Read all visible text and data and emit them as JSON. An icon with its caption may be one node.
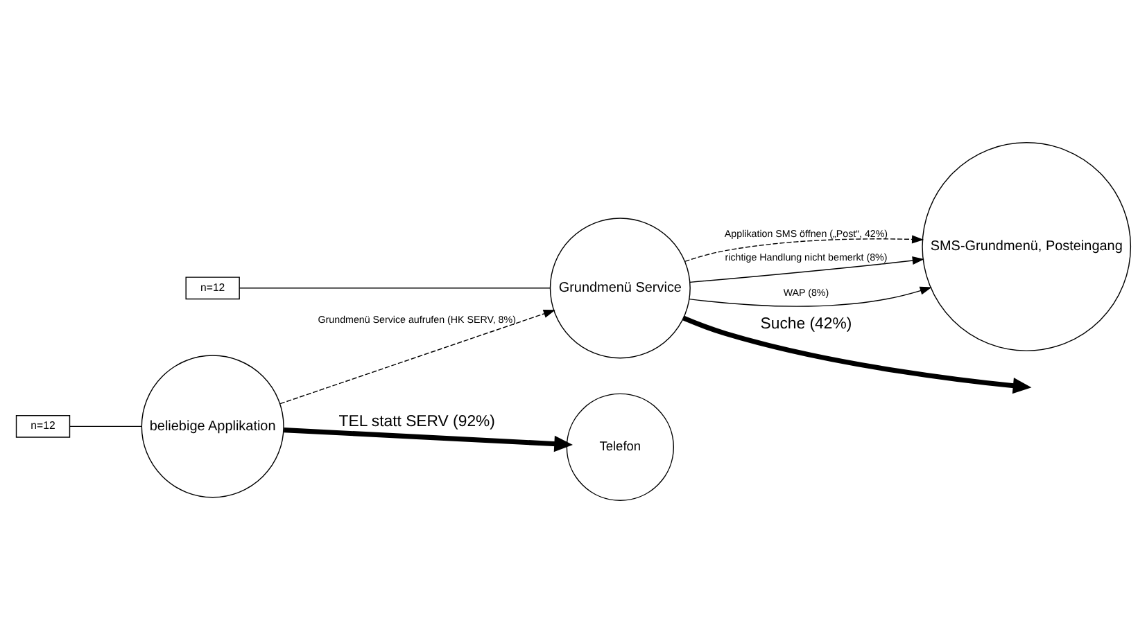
{
  "diagram": {
    "nodes": [
      {
        "text": [
          "beliebige Applikation"
        ]
      },
      {
        "text": [
          "Grundmenü Service"
        ]
      },
      {
        "text": [
          "SMS-Grundmenü, Posteingang"
        ]
      },
      {
        "text": [
          "Telefon"
        ]
      },
      {
        "text": [
          "n=12"
        ]
      },
      {
        "text": [
          "n=12"
        ]
      }
    ],
    "edges": [
      {
        "from": 0,
        "to": 1,
        "arrow": "to",
        "style": "dashed",
        "label": "Grundmenü Service aufrufen (HK SERV, 8%)"
      },
      {
        "from": 1,
        "to": 2,
        "arrow": "to",
        "style": "dashed",
        "label": "Applikation SMS öffnen („Post“, 42%)"
      },
      {
        "from": 1,
        "to": 2,
        "arrow": "to",
        "label": "richtige Handlung nicht bemerkt (8%)"
      },
      {
        "from": 1,
        "to": 2,
        "arrow": "to",
        "label": "WAP (8%)"
      },
      {
        "from": 0,
        "to": 3,
        "arrow": "to",
        "style": "thick",
        "label": "TEL statt SERV (92%)"
      },
      {
        "from": 1,
        "to": null,
        "arrow": "to",
        "style": "thick",
        "label": "Suche (42%)"
      },
      {
        "from": 4,
        "to": 0,
        "arrow": "none"
      },
      {
        "from": 5,
        "to": 1,
        "arrow": "none"
      }
    ]
  }
}
